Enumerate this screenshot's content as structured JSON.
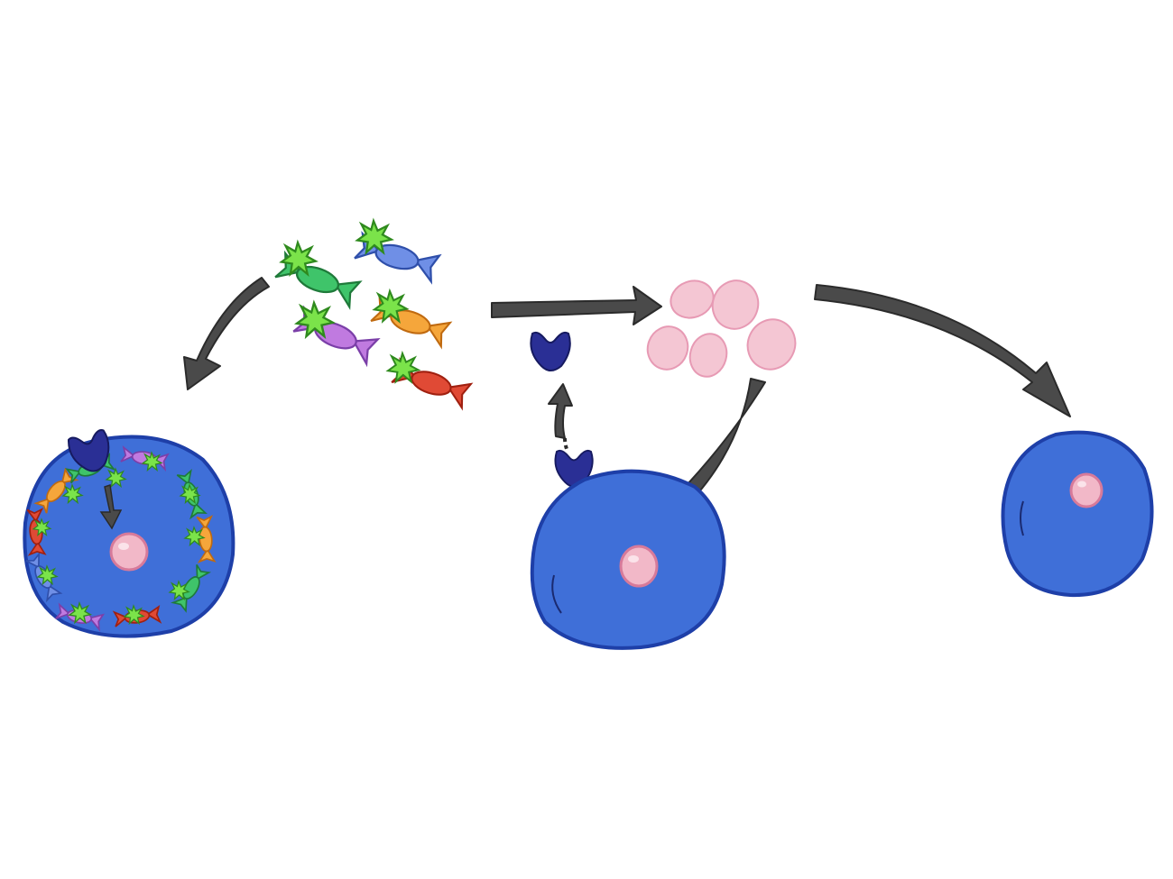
{
  "diagram": {
    "text_labels": [],
    "colors": {
      "background": "#ffffff",
      "cell_fill": "#3f6fd8",
      "cell_outline": "#1e3fa8",
      "nucleus_fill": "#f2b8c8",
      "nucleus_outline": "#d77a9a",
      "receptor_fill": "#2a2f95",
      "particle_fill": "#f4c6d3",
      "particle_outline": "#e79ab4",
      "arrow_fill": "#4a4a4a",
      "star_fill": "#7be34a",
      "star_outline": "#2f8a1e"
    },
    "icons": [
      "cell-with-candy-ring",
      "candy-cluster",
      "receptor-icon",
      "pink-particles",
      "cell",
      "arrow"
    ],
    "candy_colors": [
      "green",
      "blue",
      "purple",
      "orange",
      "red"
    ]
  }
}
